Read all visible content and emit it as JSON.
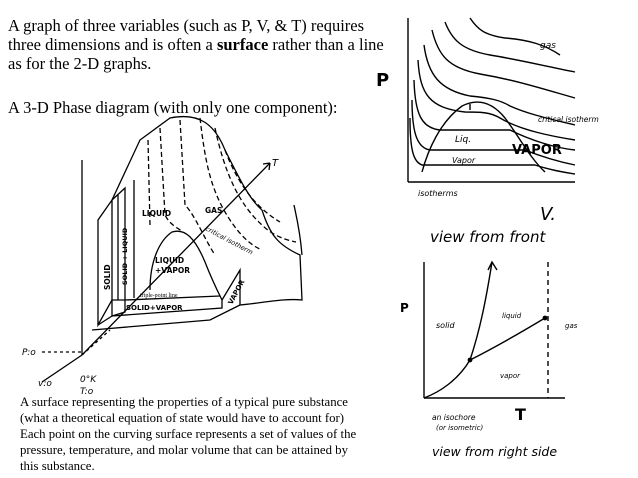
{
  "intro": {
    "text_before": "A graph of three variables (such as P, V, & T) requires three dimensions and is often a ",
    "text_bold": "surface",
    "text_after": " rather than a line as for the 2-D graphs."
  },
  "heading": "A 3-D Phase diagram (with only one component):",
  "caption": {
    "line1": "A surface representing the properties of a typical pure substance",
    "line2": "(what a theoretical equation of state would have to account for)",
    "line3": "Each point on the curving surface represents a set of values of the",
    "line4": "pressure, temperature, and molar volume that can be attained by",
    "line5": "this substance."
  },
  "diagram3d": {
    "axis_t": "T",
    "p_zero": "P:o",
    "v_zero": "v:o",
    "t_origin_1": "0°K",
    "t_origin_2": "T:o",
    "solid": "SOLID",
    "solid_liquid": "SOLID + LIQUID",
    "liquid": "LIQUID",
    "gas": "GAS",
    "critical_isotherm": "critical isotherm",
    "liquid_vapor_1": "LIQUID",
    "liquid_vapor_2": "+VAPOR",
    "triple_point_line": "triple-point line",
    "solid_vapor": "SOLID+VAPOR",
    "vapor": "VAPOR"
  },
  "pv_diagram": {
    "p_axis": "P",
    "v_axis": "V.",
    "gas": "gas",
    "critical_isotherm": "critical isotherm",
    "liq": "Liq.",
    "vapor_big": "VAPOR",
    "vapor_small": "Vapor",
    "isotherms": "isotherms",
    "view_label": "view from front"
  },
  "pt_diagram": {
    "p_axis": "P",
    "t_axis": "T",
    "solid": "solid",
    "liquid": "liquid",
    "gas": "gas",
    "vapor": "vapor",
    "isochore_1": "an isochore",
    "isochore_2": "(or isometric)",
    "view_label": "view from right side"
  }
}
